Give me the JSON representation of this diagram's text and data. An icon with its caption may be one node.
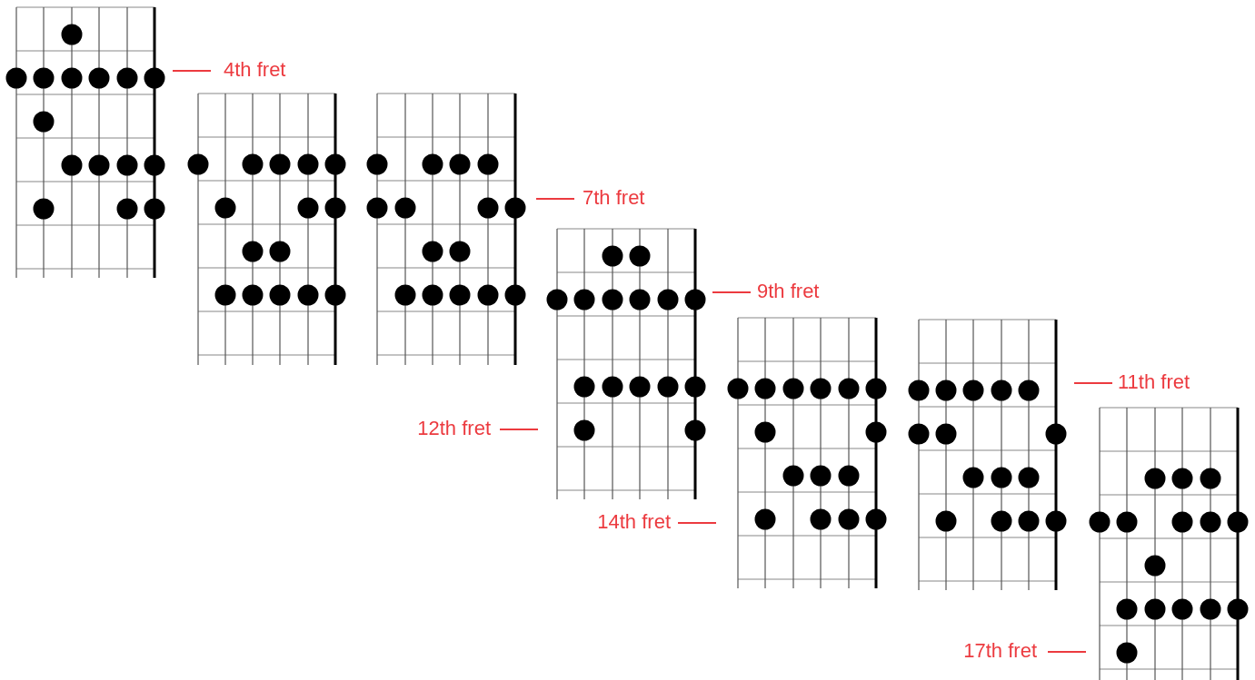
{
  "diagram": {
    "labels": [
      "4th fret",
      "7th fret",
      "9th fret",
      "11th fret",
      "12th fret",
      "14th fret",
      "17th fret"
    ]
  }
}
